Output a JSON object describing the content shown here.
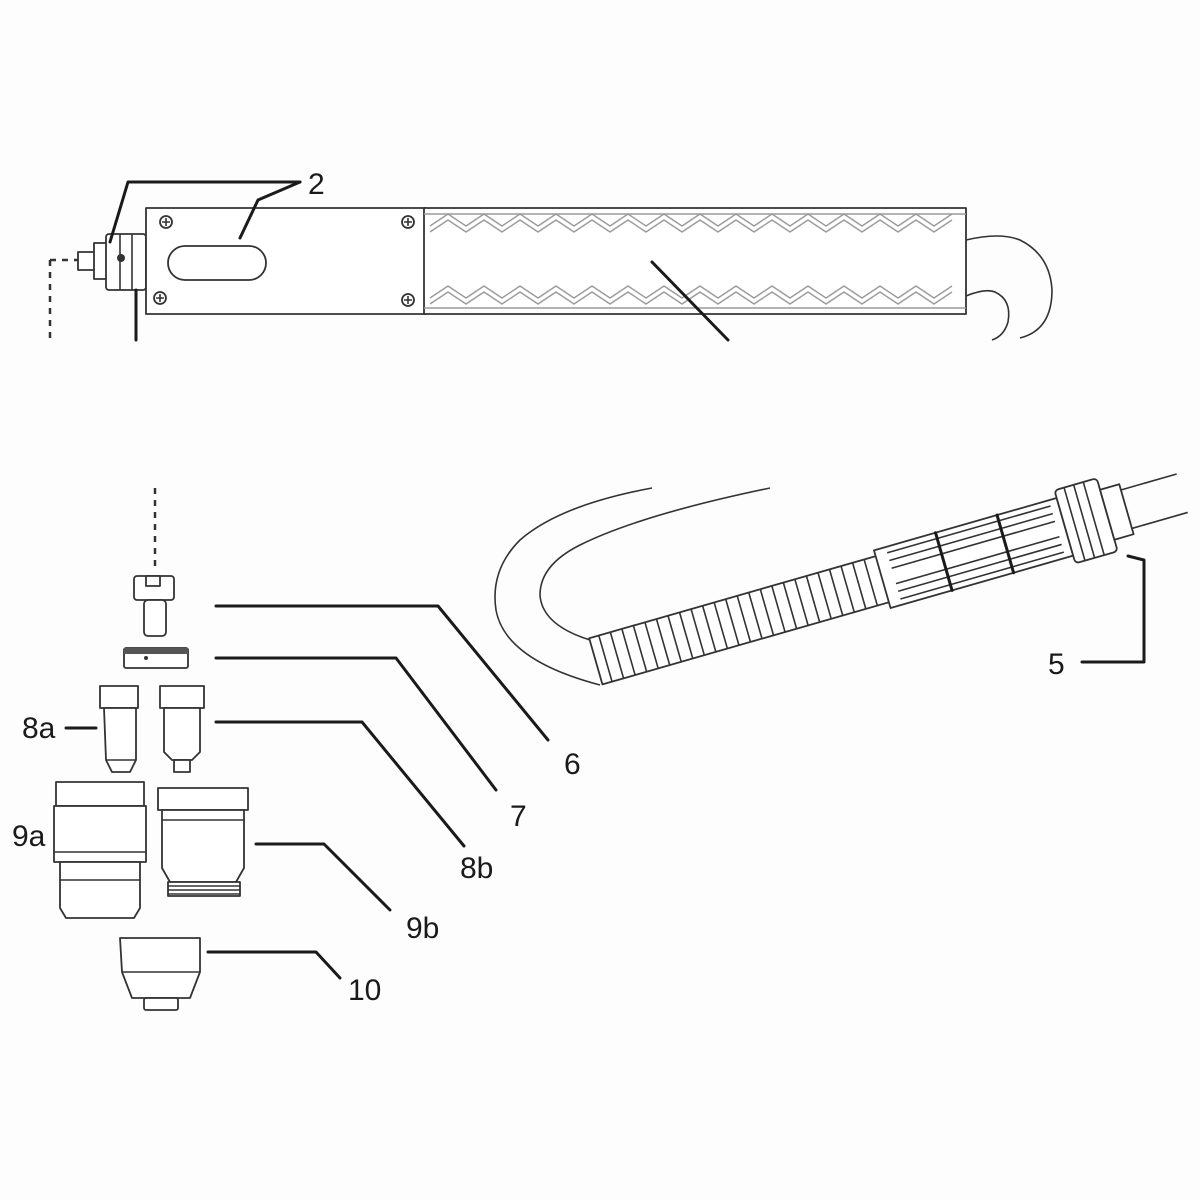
{
  "callouts": {
    "c2": "2",
    "c5": "5",
    "c6": "6",
    "c7": "7",
    "c8a": "8a",
    "c8b": "8b",
    "c9a": "9a",
    "c9b": "9b",
    "c10": "10"
  },
  "colors": {
    "ink": "#1a1a1a",
    "background": "#fdfdfd"
  }
}
